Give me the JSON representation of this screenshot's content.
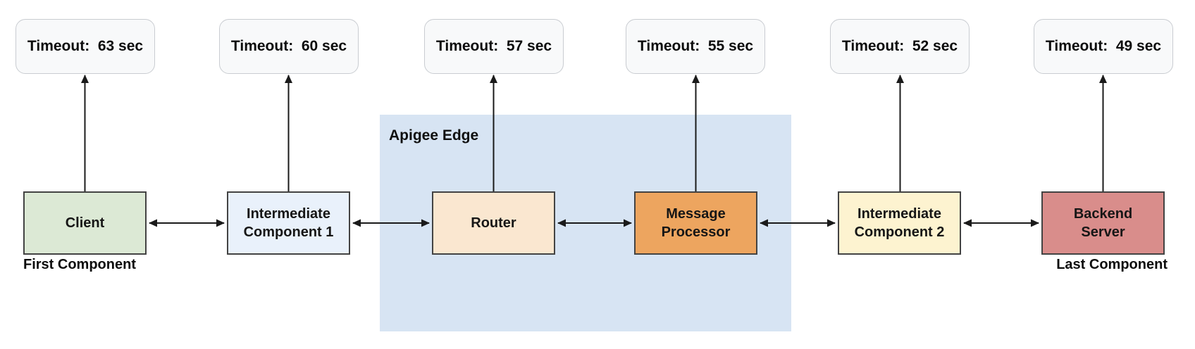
{
  "group": {
    "label": "Apigee Edge",
    "fill": "#d7e4f3"
  },
  "nodes": [
    {
      "id": "client",
      "label": "Client",
      "fill": "#dce9d5",
      "timeout": "Timeout:  63 sec"
    },
    {
      "id": "intermediate-1",
      "label": "Intermediate\nComponent 1",
      "fill": "#e9f1fb",
      "timeout": "Timeout:  60 sec"
    },
    {
      "id": "router",
      "label": "Router",
      "fill": "#fae7d0",
      "timeout": "Timeout:  57 sec"
    },
    {
      "id": "message-processor",
      "label": "Message\nProcessor",
      "fill": "#eda55f",
      "timeout": "Timeout:  55 sec"
    },
    {
      "id": "intermediate-2",
      "label": "Intermediate\nComponent 2",
      "fill": "#fdf3d0",
      "timeout": "Timeout:  52 sec"
    },
    {
      "id": "backend-server",
      "label": "Backend\nServer",
      "fill": "#d98d8b",
      "timeout": "Timeout:  49 sec"
    }
  ],
  "annotations": {
    "first": "First Component",
    "last": "Last Component"
  },
  "colors": {
    "arrow": "#1a1a1a",
    "node_border": "#434343",
    "callout_fill": "#f8f9fa",
    "callout_border": "#c9ccd1"
  }
}
